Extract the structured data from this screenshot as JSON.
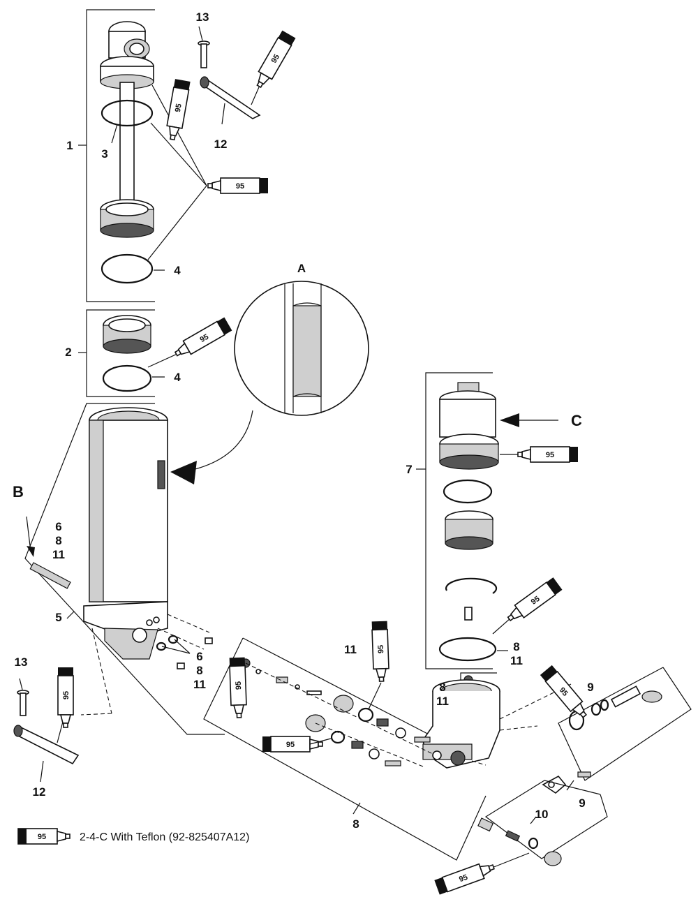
{
  "callouts": {
    "c1": "1",
    "c2": "2",
    "c3": "3",
    "c4a": "4",
    "c4b": "4",
    "c5": "5",
    "c6a": "6",
    "c8a": "8",
    "c11a": "11",
    "c6b": "6",
    "c8b": "8",
    "c11b": "11",
    "c7": "7",
    "c8c": "8",
    "c11c": "11",
    "c8d": "8",
    "c11d": "11",
    "c8e": "8",
    "c9a": "9",
    "c9b": "9",
    "c10": "10",
    "c11e": "11",
    "c12a": "12",
    "c12b": "12",
    "c13a": "13",
    "c13b": "13",
    "A": "A",
    "B": "B",
    "C": "C"
  },
  "tube_label": "95",
  "legend": {
    "tube_label": "95",
    "text": "2-4-C  With Teflon (92-825407A12)"
  },
  "colors": {
    "line": "#111111",
    "background": "#ffffff",
    "shade": "#cfcfcf"
  }
}
